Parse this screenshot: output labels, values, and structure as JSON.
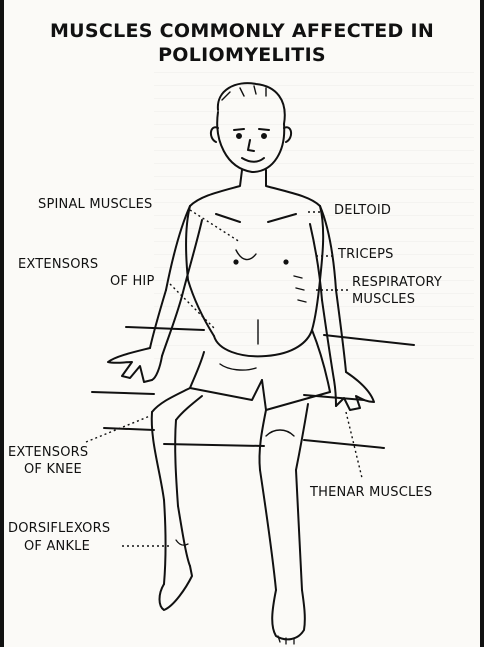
{
  "title": {
    "line1": "MUSCLES COMMONLY AFFECTED IN",
    "line2": "POLIOMYELITIS"
  },
  "labels": {
    "spinal": "SPINAL MUSCLES",
    "deltoid": "DELTOID",
    "extensors_hip_1": "EXTENSORS",
    "extensors_hip_2": "OF HIP",
    "triceps": "TRICEPS",
    "respiratory_1": "RESPIRATORY",
    "respiratory_2": "MUSCLES",
    "extensors_knee_1": "EXTENSORS",
    "extensors_knee_2": "OF KNEE",
    "thenar": "THENAR MUSCLES",
    "dorsiflexors_1": "DORSIFLEXORS",
    "dorsiflexors_2": "OF ANKLE"
  }
}
